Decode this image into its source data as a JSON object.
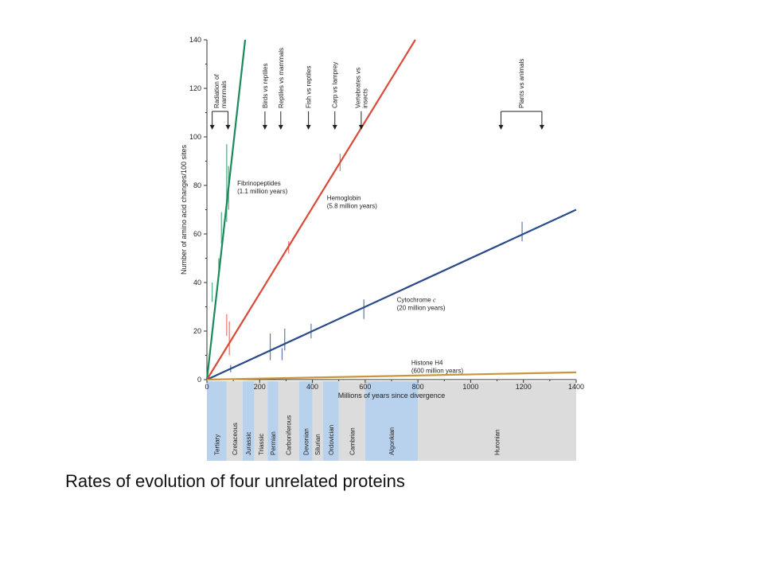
{
  "caption": "Rates of evolution of four unrelated proteins",
  "colors": {
    "green": "#1a8a5a",
    "red": "#d94a3a",
    "blue": "#2b4a8a",
    "orange": "#c8963c",
    "period_blue": "#b8d2ee",
    "period_gray": "#dcdcdc"
  },
  "chart_data": {
    "type": "line",
    "xlabel": "Millions of years since divergence",
    "ylabel": "Number of amino acid changes/100 sites",
    "xlim": [
      0,
      1400
    ],
    "ylim": [
      0,
      140
    ],
    "xticks": [
      0,
      200,
      400,
      600,
      800,
      1000,
      1200,
      1400
    ],
    "yticks": [
      0,
      20,
      40,
      60,
      80,
      100,
      120,
      140
    ],
    "grid": false,
    "series": [
      {
        "name": "Fibrinopeptides",
        "label_lines": [
          "Fibrinopeptides",
          "(1.1 million years)"
        ],
        "label_at": [
          115,
          80
        ],
        "color": "#1a8a5a",
        "line": [
          [
            0,
            0
          ],
          [
            145,
            140
          ]
        ],
        "errorbars": [
          [
            20,
            32,
            40
          ],
          [
            45,
            42,
            50
          ],
          [
            55,
            56,
            69
          ],
          [
            75,
            65,
            97
          ],
          [
            82,
            70,
            88
          ]
        ]
      },
      {
        "name": "Hemoglobin",
        "label_lines": [
          "Hemoglobin",
          "(5.8 million years)"
        ],
        "label_at": [
          455,
          74
        ],
        "color": "#d94a3a",
        "line": [
          [
            0,
            0
          ],
          [
            790,
            140
          ]
        ],
        "errorbars": [
          [
            75,
            18,
            27
          ],
          [
            85,
            10,
            24
          ],
          [
            310,
            52,
            57
          ],
          [
            505,
            86,
            93
          ]
        ]
      },
      {
        "name": "Cytochrome c",
        "label_lines": [
          "Cytochrome c",
          "(20 million years)"
        ],
        "label_at": [
          720,
          32
        ],
        "color": "#2b4a8a",
        "line": [
          [
            0,
            0
          ],
          [
            1400,
            70
          ]
        ],
        "errorbars": [
          [
            90,
            3,
            6
          ],
          [
            240,
            8,
            19
          ],
          [
            285,
            8,
            13
          ],
          [
            295,
            12,
            21
          ],
          [
            395,
            17,
            23
          ],
          [
            595,
            25,
            33
          ],
          [
            1195,
            57,
            65
          ]
        ]
      },
      {
        "name": "Histone H4",
        "label_lines": [
          "Histone H4",
          "(600 million years)"
        ],
        "label_at": [
          775,
          6
        ],
        "color": "#c8963c",
        "line": [
          [
            0,
            0
          ],
          [
            1400,
            3
          ]
        ],
        "errorbars": []
      }
    ],
    "annotations": [
      {
        "lines": [
          "Radiation of",
          "mammals"
        ],
        "x": [
          20,
          80
        ],
        "bracket": true
      },
      {
        "lines": [
          "Birds vs reptiles"
        ],
        "x": [
          220
        ],
        "bracket": false
      },
      {
        "lines": [
          "Reptiles vs mammals"
        ],
        "x": [
          280
        ],
        "bracket": false
      },
      {
        "lines": [
          "Fish vs reptiles"
        ],
        "x": [
          385
        ],
        "bracket": false
      },
      {
        "lines": [
          "Carp vs lamprey"
        ],
        "x": [
          485
        ],
        "bracket": false
      },
      {
        "lines": [
          "Vertebrates vs",
          "insects"
        ],
        "x": [
          585
        ],
        "bracket": false
      },
      {
        "lines": [
          "Plants vs animals"
        ],
        "x": [
          1115,
          1270
        ],
        "bracket": true
      }
    ],
    "periods": [
      {
        "name": "Tertiary",
        "start": 0,
        "end": 75,
        "color": "blue"
      },
      {
        "name": "Cretaceous",
        "start": 75,
        "end": 135,
        "color": "gray"
      },
      {
        "name": "Jurassic",
        "start": 135,
        "end": 180,
        "color": "blue"
      },
      {
        "name": "Triassic",
        "start": 180,
        "end": 230,
        "color": "gray"
      },
      {
        "name": "Permian",
        "start": 230,
        "end": 270,
        "color": "blue"
      },
      {
        "name": "Carboniferous",
        "start": 270,
        "end": 350,
        "color": "gray"
      },
      {
        "name": "Devonian",
        "start": 350,
        "end": 400,
        "color": "blue"
      },
      {
        "name": "Silurian",
        "start": 400,
        "end": 440,
        "color": "gray"
      },
      {
        "name": "Ordovician",
        "start": 440,
        "end": 500,
        "color": "blue"
      },
      {
        "name": "Cambrian",
        "start": 500,
        "end": 600,
        "color": "gray"
      },
      {
        "name": "Algonkian",
        "start": 600,
        "end": 800,
        "color": "blue"
      },
      {
        "name": "Huronian",
        "start": 800,
        "end": 1400,
        "color": "gray"
      }
    ]
  }
}
